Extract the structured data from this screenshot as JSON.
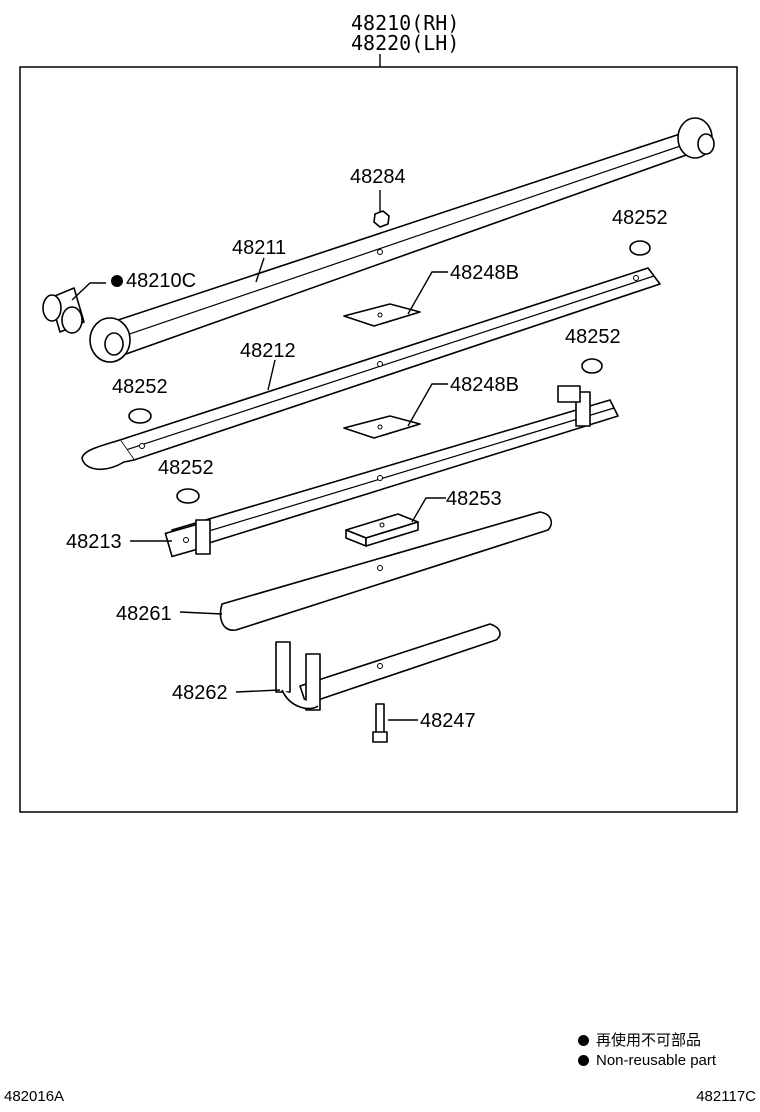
{
  "header": {
    "line1": "48210(RH)",
    "line2": "48220(LH)"
  },
  "parts": {
    "p48284": "48284",
    "p48252_a": "48252",
    "p48211": "48211",
    "p48210C": "48210C",
    "p48248B_a": "48248B",
    "p48212": "48212",
    "p48252_b": "48252",
    "p48252_c": "48252",
    "p48248B_b": "48248B",
    "p48252_d": "48252",
    "p48213": "48213",
    "p48253": "48253",
    "p48261": "48261",
    "p48262": "48262",
    "p48247": "48247"
  },
  "legend": {
    "jp": "再使用不可部品",
    "en": "Non-reusable part"
  },
  "footer": {
    "left": "482016A",
    "right": "482117C"
  }
}
